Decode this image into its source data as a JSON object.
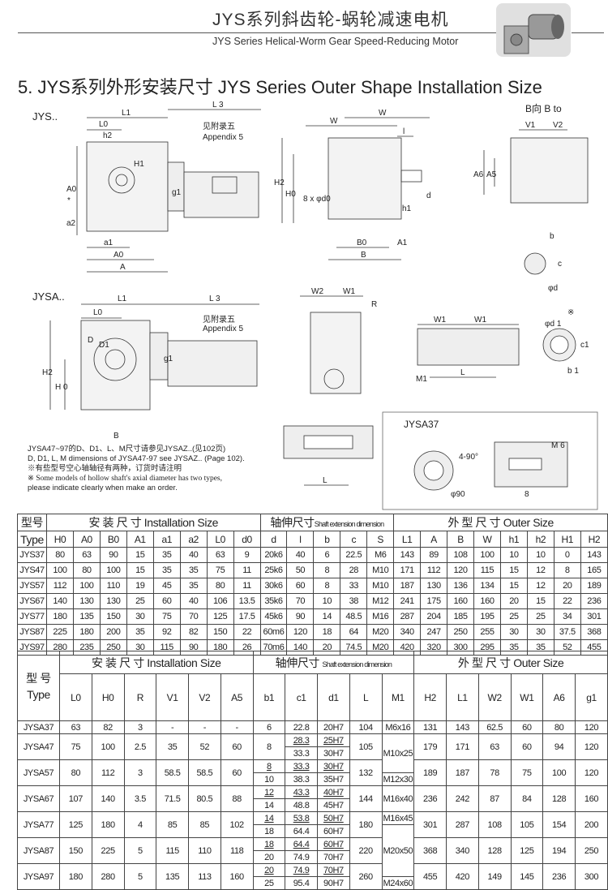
{
  "header": {
    "title_cn": "JYS系列斜齿轮-蜗轮减速电机",
    "title_en": "JYS Series Helical-Worm Gear Speed-Reducing Motor"
  },
  "section_title": "5. JYS系列外形安装尺寸  JYS Series Outer Shape Installation Size",
  "diagrams": {
    "jys": {
      "label": "JYS..",
      "L1": "L1",
      "L0": "L0",
      "h2": "h2",
      "L3": "L 3",
      "appendix_cn": "见附录五",
      "appendix_en": "Appendix 5",
      "H1": "H1",
      "A0v": "A0",
      "star": "*",
      "a2": "a2",
      "a1": "a1",
      "A0h": "A0",
      "A": "A",
      "g1": "g1"
    },
    "front": {
      "W1": "W",
      "W2": "W",
      "l": "l",
      "H2": "H2",
      "H0": "H0",
      "bolts": "8 x φd0",
      "h1": "h1",
      "B0": "B0",
      "A1": "A1",
      "B": "B",
      "d": "d"
    },
    "bview": {
      "title": "B向  B to",
      "V1": "V1",
      "V2": "V2",
      "A6": "A6",
      "A5": "A5"
    },
    "shaft": {
      "b": "b",
      "c": "c",
      "d": "φd"
    },
    "jysa": {
      "label": "JYSA..",
      "L1": "L1",
      "L3": "L 3",
      "L0": "L0",
      "D": "D",
      "D1": "D1",
      "H2": "H2",
      "H0": "H 0",
      "g1": "g1",
      "appendix_cn": "见附录五",
      "appendix_en": "Appendix 5",
      "B": "B"
    },
    "jysa_front": {
      "W2": "W2",
      "W1": "W1",
      "R": "R"
    },
    "hollow": {
      "W1a": "W1",
      "W1b": "W1",
      "M1": "M1",
      "L": "L"
    },
    "hsection": {
      "d1": "φd 1",
      "mark": "※",
      "c1": "c1",
      "b1": "b 1"
    },
    "bolt": {
      "L": "L"
    },
    "jysa37": {
      "title": "JYSA37",
      "angle": "4-90°",
      "M6": "M 6",
      "d90": "φ90",
      "eight": "8"
    }
  },
  "notes": [
    "JYSA47~97的D、D1、L、M尺寸请参见JYSAZ..(见102页)",
    "D, D1, L, M dimensions of JYSA47-97 see JYSAZ.. (Page 102).",
    "※有些型号空心轴轴径有两种，订货时请注明",
    "※ Some models of hollow shaft's axial diameter has two types,",
    "please indicate clearly when make an order."
  ],
  "table1": {
    "group_headers": [
      "型号",
      "安 装 尺 寸 Installation Size",
      "轴伸尺寸",
      "Shaft extension dimension",
      "外  型  尺  寸   Outer Size"
    ],
    "type_label": "Type",
    "columns": [
      "H0",
      "A0",
      "B0",
      "A1",
      "a1",
      "a2",
      "L0",
      "d0",
      "d",
      "l",
      "b",
      "c",
      "S",
      "L1",
      "A",
      "B",
      "W",
      "h1",
      "h2",
      "H1",
      "H2"
    ],
    "rows": [
      [
        "JYS37",
        "80",
        "63",
        "90",
        "15",
        "35",
        "40",
        "63",
        "9",
        "20k6",
        "40",
        "6",
        "22.5",
        "M6",
        "143",
        "89",
        "108",
        "100",
        "10",
        "10",
        "0",
        "143"
      ],
      [
        "JYS47",
        "100",
        "80",
        "100",
        "15",
        "35",
        "35",
        "75",
        "11",
        "25k6",
        "50",
        "8",
        "28",
        "M10",
        "171",
        "112",
        "120",
        "115",
        "15",
        "12",
        "8",
        "165"
      ],
      [
        "JYS57",
        "112",
        "100",
        "110",
        "19",
        "45",
        "35",
        "80",
        "11",
        "30k6",
        "60",
        "8",
        "33",
        "M10",
        "187",
        "130",
        "136",
        "134",
        "15",
        "12",
        "20",
        "189"
      ],
      [
        "JYS67",
        "140",
        "130",
        "130",
        "25",
        "60",
        "40",
        "106",
        "13.5",
        "35k6",
        "70",
        "10",
        "38",
        "M12",
        "241",
        "175",
        "160",
        "160",
        "20",
        "15",
        "22",
        "236"
      ],
      [
        "JYS77",
        "180",
        "135",
        "150",
        "30",
        "75",
        "70",
        "125",
        "17.5",
        "45k6",
        "90",
        "14",
        "48.5",
        "M16",
        "287",
        "204",
        "185",
        "195",
        "25",
        "25",
        "34",
        "301"
      ],
      [
        "JYS87",
        "225",
        "180",
        "200",
        "35",
        "92",
        "82",
        "150",
        "22",
        "60m6",
        "120",
        "18",
        "64",
        "M20",
        "340",
        "247",
        "250",
        "255",
        "30",
        "30",
        "37.5",
        "368"
      ],
      [
        "JYS97",
        "280",
        "235",
        "250",
        "30",
        "115",
        "90",
        "180",
        "26",
        "70m6",
        "140",
        "20",
        "74.5",
        "M20",
        "420",
        "320",
        "300",
        "295",
        "35",
        "35",
        "52",
        "455"
      ]
    ]
  },
  "table2": {
    "group_headers": [
      "型 号",
      "安 装 尺 寸 Installation Size",
      "轴伸尺寸",
      "Shaft extension dimension",
      "外  型  尺  寸   Outer Size"
    ],
    "type_label": "Type",
    "columns": [
      "L0",
      "H0",
      "R",
      "V1",
      "V2",
      "A5",
      "b1",
      "c1",
      "d1",
      "L",
      "M1",
      "H2",
      "L1",
      "W2",
      "W1",
      "A6",
      "g1"
    ],
    "rows": [
      {
        "type": "JYSA37",
        "L0": "63",
        "H0": "82",
        "R": "3",
        "V1": "-",
        "V2": "-",
        "A5": "-",
        "b1": [
          "6"
        ],
        "c1": [
          "22.8"
        ],
        "d1": [
          "20H7"
        ],
        "L": "104",
        "H2": "131",
        "L1": "143",
        "W2": "62.5",
        "W1": "60",
        "A6": "80",
        "g1": "120"
      },
      {
        "type": "JYSA47",
        "L0": "75",
        "H0": "100",
        "R": "2.5",
        "V1": "35",
        "V2": "52",
        "A5": "60",
        "b1": [
          "8"
        ],
        "c1": [
          "28.3",
          "33.3"
        ],
        "d1": [
          "25H7",
          "30H7"
        ],
        "L": "105",
        "H2": "179",
        "L1": "171",
        "W2": "63",
        "W1": "60",
        "A6": "94",
        "g1": "120"
      },
      {
        "type": "JYSA57",
        "L0": "80",
        "H0": "112",
        "R": "3",
        "V1": "58.5",
        "V2": "58.5",
        "A5": "60",
        "b1": [
          "8",
          "10"
        ],
        "c1": [
          "33.3",
          "38.3"
        ],
        "d1": [
          "30H7",
          "35H7"
        ],
        "L": "132",
        "H2": "189",
        "L1": "187",
        "W2": "78",
        "W1": "75",
        "A6": "100",
        "g1": "120"
      },
      {
        "type": "JYSA67",
        "L0": "107",
        "H0": "140",
        "R": "3.5",
        "V1": "71.5",
        "V2": "80.5",
        "A5": "88",
        "b1": [
          "12",
          "14"
        ],
        "c1": [
          "43.3",
          "48.8"
        ],
        "d1": [
          "40H7",
          "45H7"
        ],
        "L": "144",
        "H2": "236",
        "L1": "242",
        "W2": "87",
        "W1": "84",
        "A6": "128",
        "g1": "160"
      },
      {
        "type": "JYSA77",
        "L0": "125",
        "H0": "180",
        "R": "4",
        "V1": "85",
        "V2": "85",
        "A5": "102",
        "b1": [
          "14",
          "18"
        ],
        "c1": [
          "53.8",
          "64.4"
        ],
        "d1": [
          "50H7",
          "60H7"
        ],
        "L": "180",
        "H2": "301",
        "L1": "287",
        "W2": "108",
        "W1": "105",
        "A6": "154",
        "g1": "200"
      },
      {
        "type": "JYSA87",
        "L0": "150",
        "H0": "225",
        "R": "5",
        "V1": "115",
        "V2": "110",
        "A5": "118",
        "b1": [
          "18",
          "20"
        ],
        "c1": [
          "64.4",
          "74.9"
        ],
        "d1": [
          "60H7",
          "70H7"
        ],
        "L": "220",
        "H2": "368",
        "L1": "340",
        "W2": "128",
        "W1": "125",
        "A6": "194",
        "g1": "250"
      },
      {
        "type": "JYSA97",
        "L0": "180",
        "H0": "280",
        "R": "5",
        "V1": "135",
        "V2": "113",
        "A5": "160",
        "b1": [
          "20",
          "25"
        ],
        "c1": [
          "74.9",
          "95.4"
        ],
        "d1": [
          "70H7",
          "90H7"
        ],
        "L": "260",
        "H2": "455",
        "L1": "420",
        "W2": "149",
        "W1": "145",
        "A6": "236",
        "g1": "300"
      }
    ],
    "M1": [
      "M6x16",
      "M10x25",
      "M12x30",
      "M16x40",
      "M16x45",
      "M20x50",
      "M24x60"
    ]
  }
}
